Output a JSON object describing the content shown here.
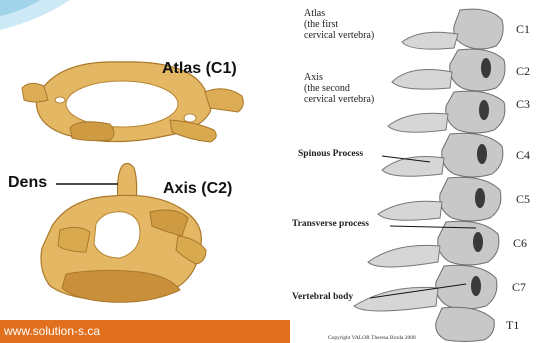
{
  "left_diagram": {
    "atlas_label": "Atlas (C1)",
    "axis_label": "Axis (C2)",
    "dens_label": "Dens",
    "footer_url": "www.solution-s.ca",
    "colors": {
      "bone": "#e3b764",
      "bone_shadow": "#b8862f",
      "footer": "#e0701e"
    }
  },
  "right_diagram": {
    "atlas_note": [
      "Atlas",
      "(the first",
      "cervical vertebra)"
    ],
    "axis_note": [
      "Axis",
      "(the second",
      "cervical vertebra)"
    ],
    "spinous_label": "Spinous Process",
    "transverse_label": "Transverse process",
    "vertebral_body_label": "Vertebral body",
    "levels": [
      "C1",
      "C2",
      "C3",
      "C4",
      "C5",
      "C6",
      "C7",
      "T1"
    ],
    "copyright": "Copyright VALOR Theresa Broda 2008"
  }
}
